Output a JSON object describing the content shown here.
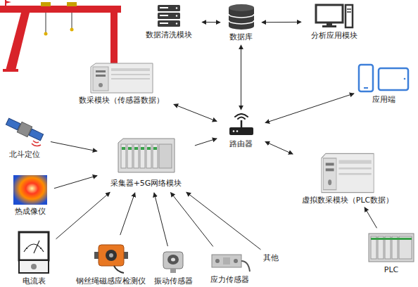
{
  "diagram": {
    "nodes": [
      {
        "text": [
          "数据清洗模块"
        ]
      },
      {
        "text": [
          "数据库"
        ]
      },
      {
        "text": [
          "分析应用模块"
        ]
      },
      {
        "text": [
          "数采模块（传感器数据）"
        ]
      },
      {
        "text": [
          "应用端"
        ]
      },
      {
        "text": [
          "路由器"
        ]
      },
      {
        "text": [
          "北斗定位"
        ]
      },
      {
        "text": [
          "采集器+5G网络模块"
        ]
      },
      {
        "text": [
          "热成像仪"
        ]
      },
      {
        "text": [
          "虚拟数采模块（PLC数据）"
        ]
      },
      {
        "text": [
          "电流表"
        ]
      },
      {
        "text": [
          "钢丝绳磁感应检测仪"
        ]
      },
      {
        "text": [
          "振动传感器"
        ]
      },
      {
        "text": [
          "应力传感器"
        ]
      },
      {
        "text": [
          "其他"
        ]
      },
      {
        "text": [
          "PLC"
        ]
      }
    ],
    "edges": [
      {
        "from": 0,
        "to": 1,
        "arrow": "both"
      },
      {
        "from": 1,
        "to": 2,
        "arrow": "both"
      },
      {
        "from": 1,
        "to": 5,
        "arrow": "both"
      },
      {
        "from": 3,
        "to": 5,
        "arrow": "both"
      },
      {
        "from": 4,
        "to": 5,
        "arrow": "both"
      },
      {
        "from": 7,
        "to": 5,
        "arrow": "to"
      },
      {
        "from": 9,
        "to": 5,
        "arrow": "both"
      },
      {
        "from": 15,
        "to": 9,
        "arrow": "to"
      },
      {
        "from": 6,
        "to": 7,
        "arrow": "to"
      },
      {
        "from": 8,
        "to": 7,
        "arrow": "to"
      },
      {
        "from": 10,
        "to": 7,
        "arrow": "to"
      },
      {
        "from": 11,
        "to": 7,
        "arrow": "to"
      },
      {
        "from": 12,
        "to": 7,
        "arrow": "to"
      },
      {
        "from": 13,
        "to": 7,
        "arrow": "to"
      },
      {
        "from": 14,
        "to": 7,
        "arrow": "to"
      }
    ]
  }
}
